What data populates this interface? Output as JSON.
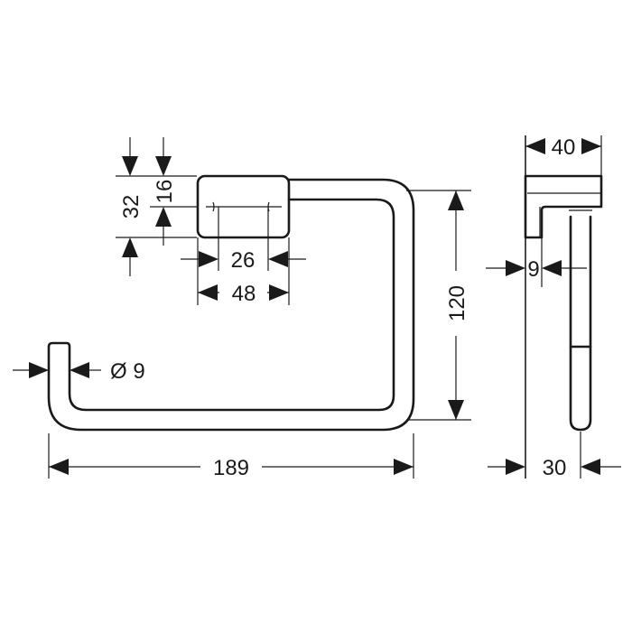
{
  "dimensions": {
    "total_width": "189",
    "height": "120",
    "mount_height": "32",
    "mount_inner_height": "16",
    "mount_hole_spacing": "26",
    "mount_width": "48",
    "tube_diameter": "Ø 9",
    "depth_top": "40",
    "tube_thickness_side": "9",
    "depth_bottom": "30"
  },
  "icons": {
    "arrow": "dimension-arrow"
  }
}
